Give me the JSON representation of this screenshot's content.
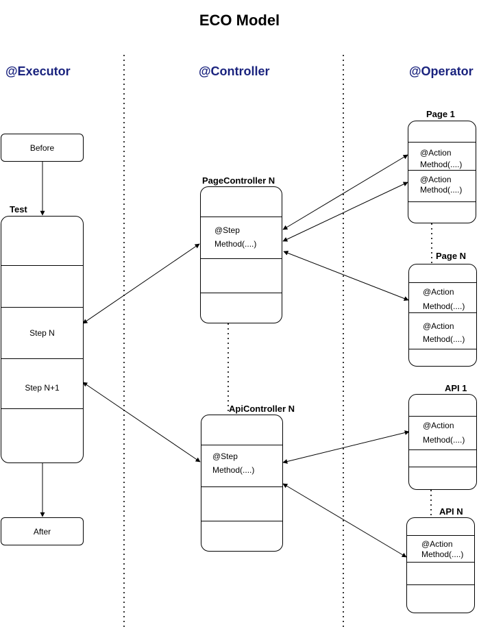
{
  "title": "ECO Model",
  "columns": {
    "executor": "@Executor",
    "controller": "@Controller",
    "operator": "@Operator"
  },
  "executor": {
    "before": "Before",
    "test_label": "Test",
    "step_n": "Step N",
    "step_n1": "Step N+1",
    "after": "After"
  },
  "page_controller": {
    "label": "PageController N",
    "step": "@Step",
    "method": "Method(....)"
  },
  "api_controller": {
    "label": "ApiController N",
    "step": "@Step",
    "method": "Method(....)"
  },
  "page1": {
    "label": "Page 1",
    "action1": "@Action",
    "method1": "Method(....)",
    "action2": "@Action",
    "method2": "Method(....)"
  },
  "pageN": {
    "label": "Page N",
    "action1": "@Action",
    "method1": "Method(....)",
    "action2": "@Action",
    "method2": "Method(....)"
  },
  "api1": {
    "label": "API 1",
    "action": "@Action",
    "method": "Method(....)"
  },
  "apiN": {
    "label": "API N",
    "action": "@Action",
    "method": "Method(....)"
  }
}
